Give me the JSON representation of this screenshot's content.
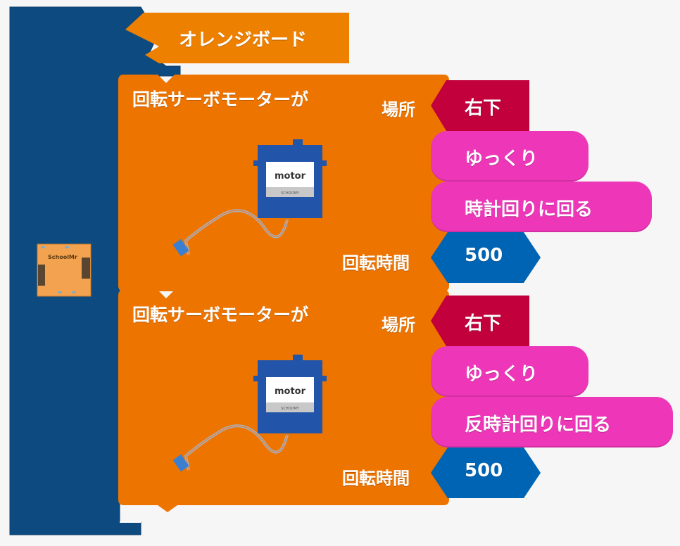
{
  "board": {
    "label": "オレンジボード",
    "icon": "orange-board-icon",
    "icon_text": "SchoolMr"
  },
  "servo_blocks": [
    {
      "title": "回転サーボモーターが",
      "location_label": "場所",
      "location_value": "右下",
      "speed_value": "ゆっくり",
      "direction_value": "時計回りに回る",
      "duration_label": "回転時間",
      "duration_value": "500",
      "motor_label": "motor",
      "motor_sublabel": "SCHOOMY"
    },
    {
      "title": "回転サーボモーターが",
      "location_label": "場所",
      "location_value": "右下",
      "speed_value": "ゆっくり",
      "direction_value": "反時計回りに回る",
      "duration_label": "回転時間",
      "duration_value": "500",
      "motor_label": "motor",
      "motor_sublabel": "SCHOOMY"
    }
  ],
  "colors": {
    "container": "#0d4a80",
    "block_orange": "#ee7400",
    "location_red": "#c2003c",
    "pill_pink": "#ee36b9",
    "number_blue": "#0064b4"
  }
}
